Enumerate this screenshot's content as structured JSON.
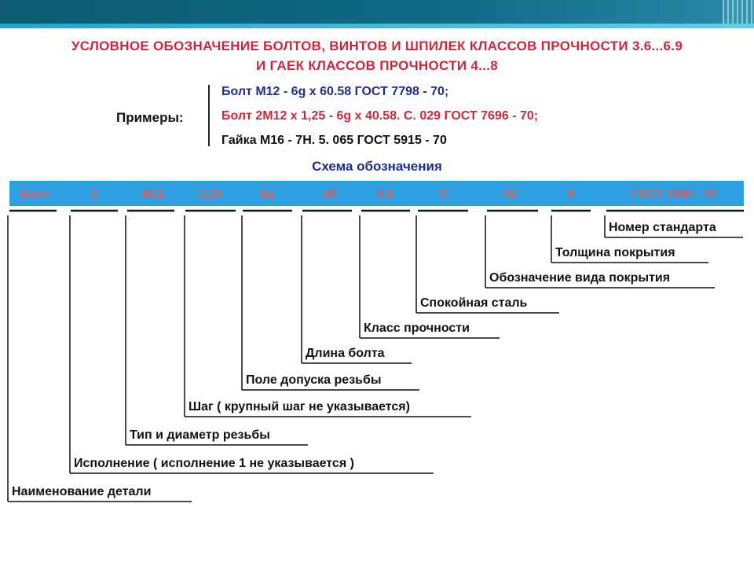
{
  "title": {
    "line1": "УСЛОВНОЕ ОБОЗНАЧЕНИЕ БОЛТОВ, ВИНТОВ И ШПИЛЕК КЛАССОВ ПРОЧНОСТИ 3.6...6.9",
    "line2": "И ГАЕК КЛАССОВ ПРОЧНОСТИ 4...8"
  },
  "examples": {
    "label": "Примеры:",
    "items": [
      "Болт М12 - 6g х 60.58  ГОСТ 7798 - 70;",
      "Болт 2М12 х 1,25 - 6g х 40.58. С. 029  ГОСТ 7696 - 70;",
      "Гайка М16 - 7Н. 5. 065  ГОСТ 5915 - 70"
    ]
  },
  "scheme": {
    "title": "Схема обозначения",
    "segments": [
      "Болт",
      "2",
      "М12",
      "1,25",
      "6g",
      "40",
      "5.8",
      "С",
      "02",
      "9",
      "ГОСТ 7696 - 70"
    ],
    "labels": [
      "Наименование детали",
      "Исполнение ( исполнение 1 не указывается )",
      "Тип и диаметр резьбы",
      "Шаг ( крупный шаг не указывается)",
      "Поле допуска резьбы",
      "Длина болта",
      "Класс прочности",
      "Спокойная сталь",
      "Обозначение вида покрытия",
      "Толщина покрытия",
      "Номер стандарта"
    ]
  },
  "colors": {
    "title": "#d0243a",
    "bar": "#2e9fe0",
    "segment_text": "#e05a5a",
    "scheme_title": "#1e2c8c"
  }
}
